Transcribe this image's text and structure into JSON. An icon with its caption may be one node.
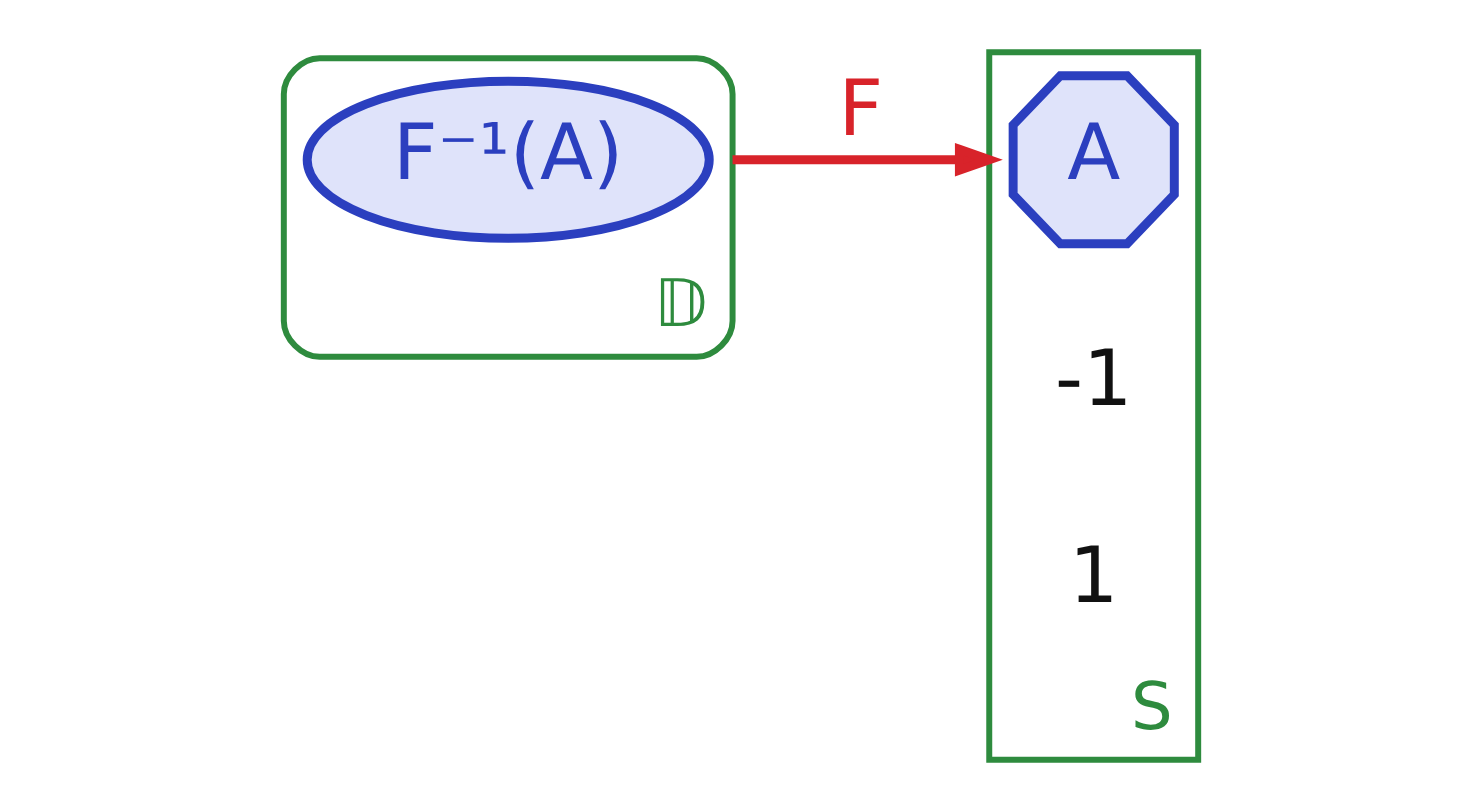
{
  "diagram": {
    "nodes": [
      {
        "text": [
          "𝔻"
        ]
      },
      {
        "text": [
          "F⁻¹(A)"
        ],
        "in": 0
      },
      {
        "text": [
          "S"
        ]
      },
      {
        "text": [
          "A"
        ],
        "in": 2
      }
    ],
    "edges": [
      {
        "from": 0,
        "to": 2,
        "arrow": "to",
        "label": "F",
        "color": "#d8232a"
      }
    ],
    "labels": [
      "-1",
      "1"
    ]
  }
}
